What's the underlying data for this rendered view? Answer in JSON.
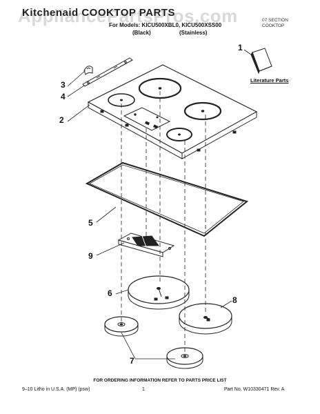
{
  "watermark": "AppliancePartsPros.com",
  "header": {
    "title": "Kitchenaid COOKTOP PARTS",
    "models": "For Models: KICU500XBL0, KICU500XSS00",
    "black": "(Black)",
    "stainless": "(Stainless)",
    "right_line1": "07 SECTION",
    "right_line2": "COOKTOP"
  },
  "literature_label": "Literature Parts",
  "callouts": [
    "1",
    "2",
    "3",
    "4",
    "5",
    "6",
    "7",
    "8",
    "9"
  ],
  "footer": {
    "note": "FOR ORDERING INFORMATION REFER TO PARTS PRICE LIST",
    "left": "9–10 Litho in U.S.A. (MP) (psw)",
    "page": "1",
    "right": "Part No. W10330471 Rev. A"
  }
}
